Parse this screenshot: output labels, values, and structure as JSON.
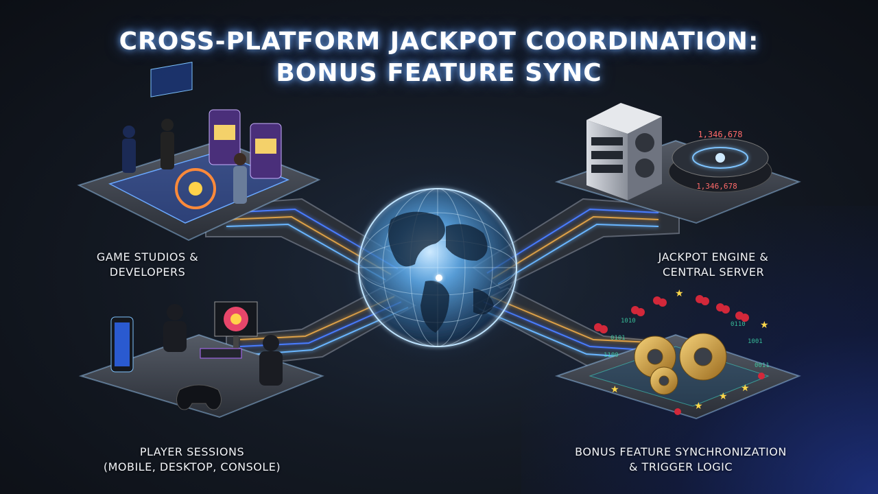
{
  "title": {
    "line1": "CROSS-PLATFORM JACKPOT COORDINATION:",
    "line2": "BONUS FEATURE SYNC"
  },
  "nodes": {
    "studios": {
      "line1": "GAME STUDIOS &",
      "line2": "DEVELOPERS"
    },
    "engine": {
      "line1": "JACKPOT ENGINE &",
      "line2": "CENTRAL SERVER"
    },
    "players": {
      "line1": "PLAYER SESSIONS",
      "line2": "(MOBILE, DESKTOP, CONSOLE)"
    },
    "bonus": {
      "line1": "BONUS FEATURE SYNCHRONIZATION",
      "line2": "& TRIGGER LOGIC"
    }
  },
  "engine_display": {
    "top_value": "1,346,678",
    "bottom_value": "1,346,678"
  },
  "colors": {
    "accent_glow": "#7fc4ff",
    "platform": "#3a3f48",
    "data_stream": "#3b6bff",
    "gold": "#d6a64a",
    "cherry": "#d2283a"
  },
  "icons": [
    "globe-icon",
    "server-icon",
    "slot-machine-icon",
    "smartphone-icon",
    "monitor-icon",
    "gamepad-icon",
    "gear-icon",
    "cherry-icon",
    "star-icon"
  ]
}
